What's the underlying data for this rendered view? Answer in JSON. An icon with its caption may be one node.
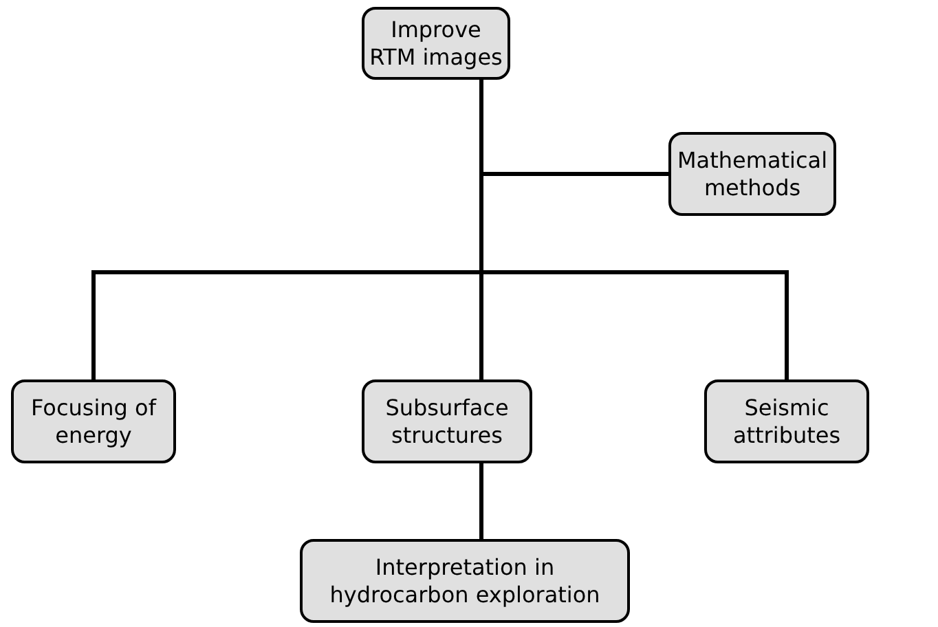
{
  "diagram": {
    "nodes": [
      {
        "text": [
          "Improve RTM images"
        ]
      },
      {
        "text": [
          "Mathematical methods"
        ]
      },
      {
        "text": [
          "Focusing of energy"
        ]
      },
      {
        "text": [
          "Subsurface structures"
        ]
      },
      {
        "text": [
          "Seismic attributes"
        ]
      },
      {
        "text": [
          "Interpretation in hydrocarbon exploration"
        ]
      }
    ],
    "edges": [
      {
        "from": 0,
        "to": 1,
        "arrow": "none"
      },
      {
        "from": 0,
        "to": 2,
        "arrow": "none"
      },
      {
        "from": 0,
        "to": 3,
        "arrow": "none"
      },
      {
        "from": 0,
        "to": 4,
        "arrow": "none"
      },
      {
        "from": 3,
        "to": 5,
        "arrow": "none"
      }
    ]
  }
}
